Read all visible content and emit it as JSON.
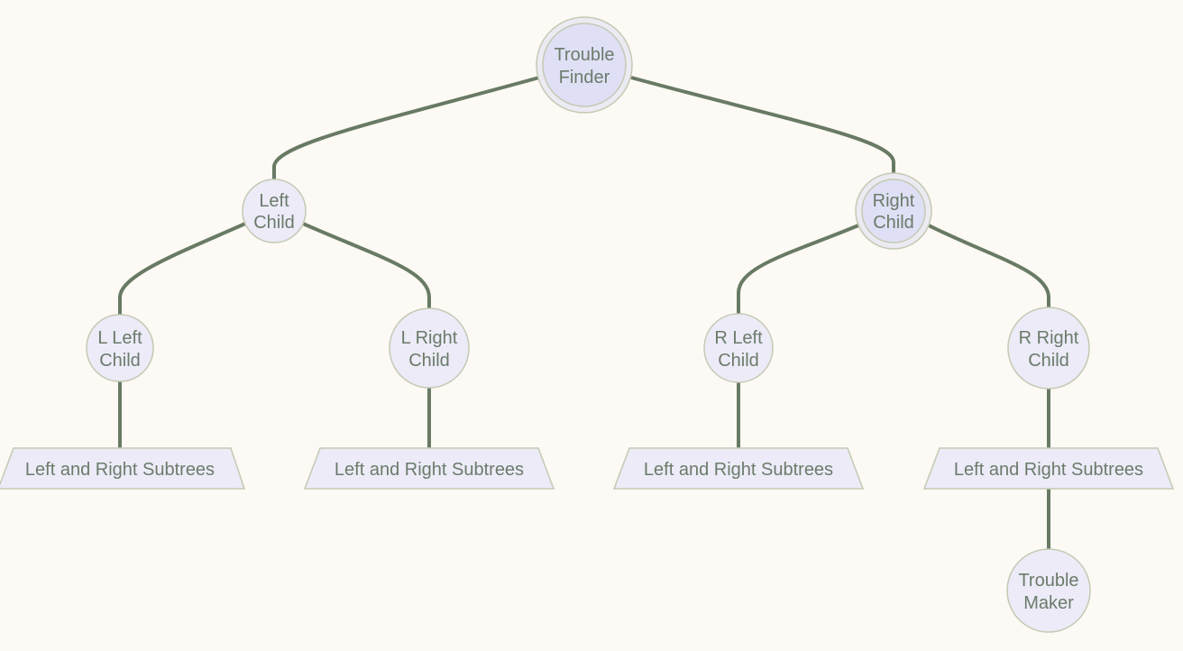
{
  "diagram": {
    "type": "binary-tree",
    "nodes": {
      "root": {
        "line1": "Trouble",
        "line2": "Finder"
      },
      "left": {
        "line1": "Left",
        "line2": "Child"
      },
      "right": {
        "line1": "Right",
        "line2": "Child"
      },
      "ll": {
        "line1": "L Left",
        "line2": "Child"
      },
      "lr": {
        "line1": "L Right",
        "line2": "Child"
      },
      "rl": {
        "line1": "R Left",
        "line2": "Child"
      },
      "rr": {
        "line1": "R Right",
        "line2": "Child"
      },
      "sub1": {
        "label": "Left and Right Subtrees"
      },
      "sub2": {
        "label": "Left and Right Subtrees"
      },
      "sub3": {
        "label": "Left and Right Subtrees"
      },
      "sub4": {
        "label": "Left and Right Subtrees"
      },
      "maker": {
        "line1": "Trouble",
        "line2": "Maker"
      }
    },
    "edges": [
      [
        "root",
        "left"
      ],
      [
        "root",
        "right"
      ],
      [
        "left",
        "ll"
      ],
      [
        "left",
        "lr"
      ],
      [
        "right",
        "rl"
      ],
      [
        "right",
        "rr"
      ],
      [
        "ll",
        "sub1"
      ],
      [
        "lr",
        "sub2"
      ],
      [
        "rl",
        "sub3"
      ],
      [
        "rr",
        "sub4"
      ],
      [
        "sub4",
        "maker"
      ]
    ],
    "colors": {
      "edge": "#687a64",
      "node_fill": "#ecebf7",
      "highlight_fill": "#dfe0f5",
      "background": "#fdf9f4"
    }
  }
}
